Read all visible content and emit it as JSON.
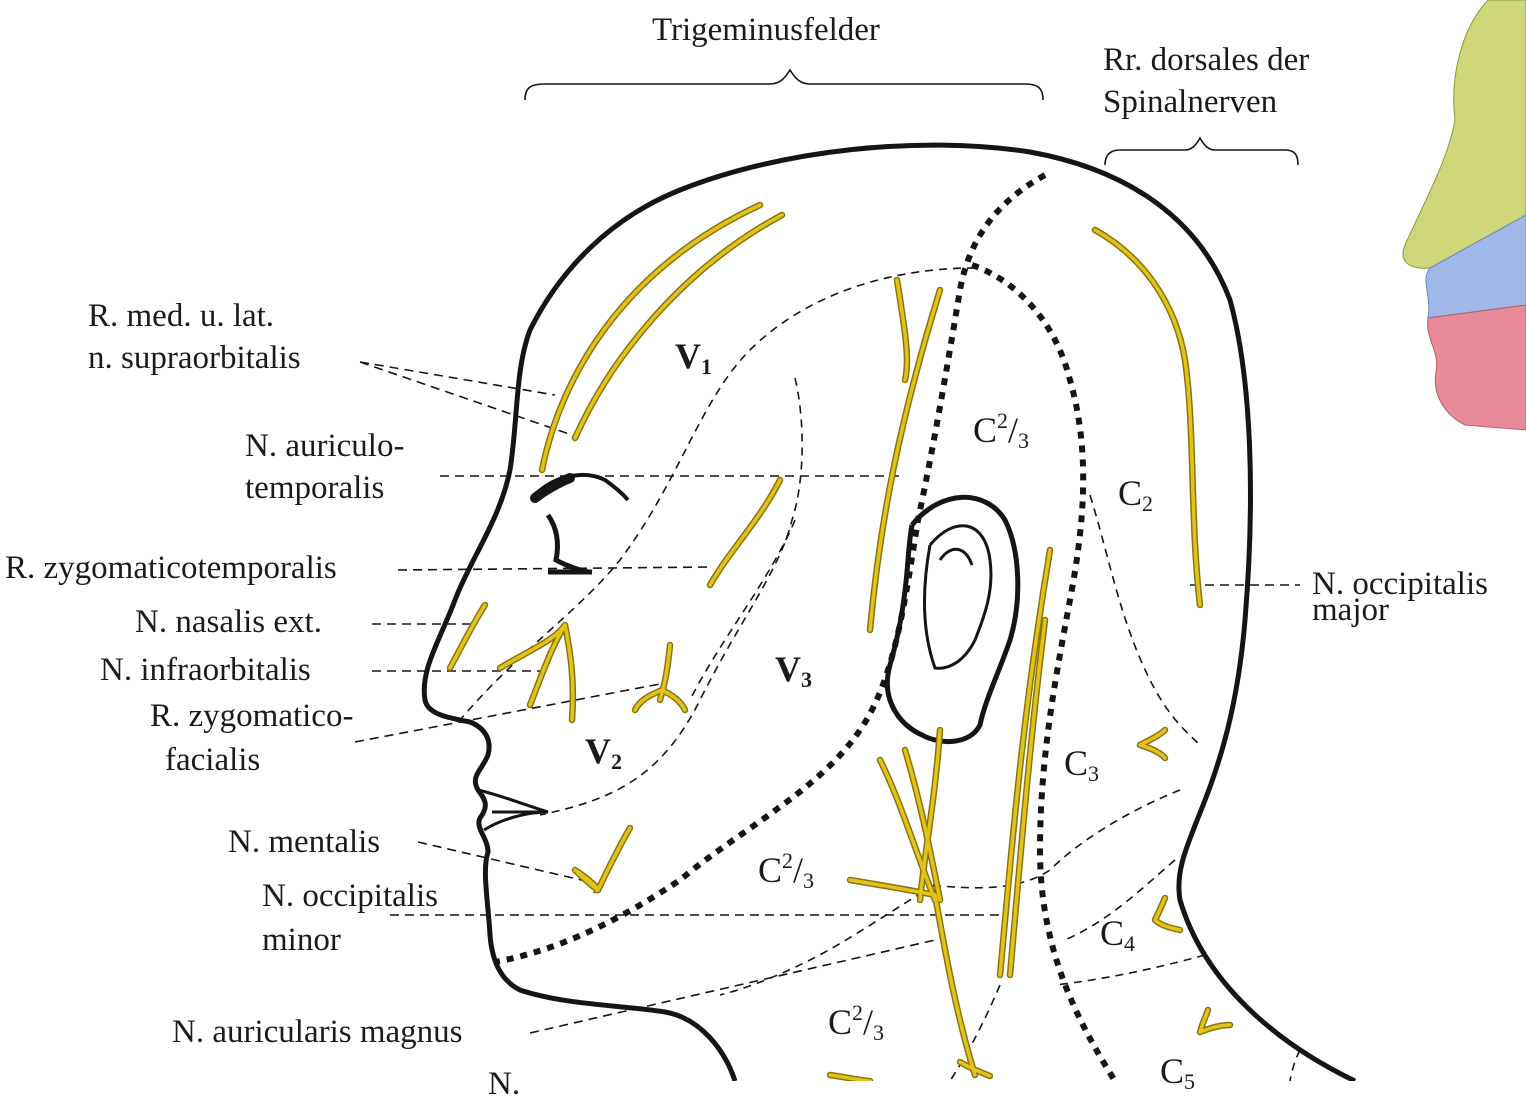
{
  "headers": {
    "trigeminus": "Trigeminusfelder",
    "dorsal_line1": "Rr. dorsales der",
    "dorsal_line2": "Spinalnerven"
  },
  "labels": {
    "supraorbitalis_1": "R. med. u. lat.",
    "supraorbitalis_2": "n. supraorbitalis",
    "auriculotemporalis_1": "N. auriculo-",
    "auriculotemporalis_2": "temporalis",
    "zygomaticotemporalis": "R. zygomaticotemporalis",
    "nasalis": "N. nasalis ext.",
    "infraorbitalis": "N. infraorbitalis",
    "zygomaticofacialis_1": "R. zygomatico-",
    "zygomaticofacialis_2": "facialis",
    "mentalis": "N. mentalis",
    "occipitalis_minor_1": "N. occipitalis",
    "occipitalis_minor_2": "minor",
    "auricularis_magnus": "N. auricularis magnus",
    "occipitalis_major_1": "N. occipitalis",
    "occipitalis_major_2": "major",
    "bottom_partial": "N."
  },
  "zones": {
    "v1_main": "V",
    "v1_sub": "1",
    "v2_main": "V",
    "v2_sub": "2",
    "v3_main": "V",
    "v3_sub": "3",
    "c23a_main": "C",
    "c23a_sup": "2",
    "c23a_rest": "/",
    "c23a_sub": "3",
    "c23b_main": "C",
    "c23b_sup": "2",
    "c23b_rest": "/",
    "c23b_sub": "3",
    "c23c_main": "C",
    "c23c_sup": "2",
    "c23c_rest": "/",
    "c23c_sub": "3",
    "c2_main": "C",
    "c2_sub": "2",
    "c3_main": "C",
    "c3_sub": "3",
    "c4_main": "C",
    "c4_sub": "4",
    "c5_main": "C",
    "c5_sub": "5"
  },
  "colors": {
    "outline": "#151515",
    "nerve": "#e2c319",
    "nerve_edge": "#8a7410",
    "inset_forehead": "#cfd67a",
    "inset_midface": "#9fb8e8",
    "inset_jaw": "#e88a9a"
  }
}
